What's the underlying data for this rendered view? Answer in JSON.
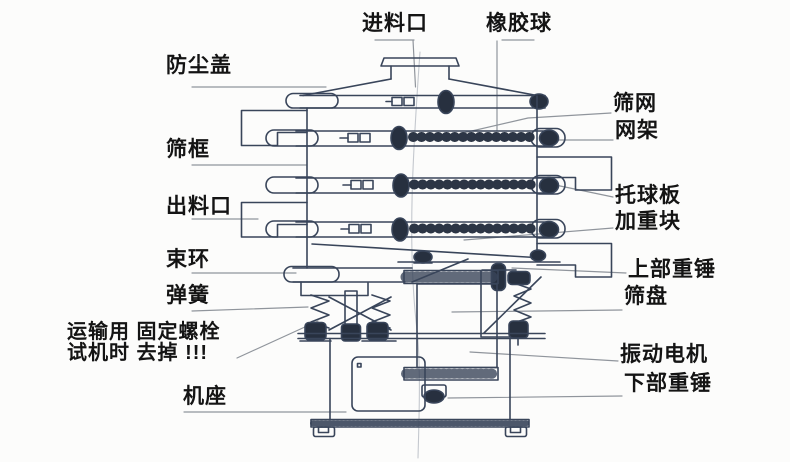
{
  "colors": {
    "line": "#39455a",
    "dark_fill": "#27303f",
    "leader_line": "#90959c",
    "centerline": "#c4c8ce",
    "text": "#141414",
    "background": "#fcfcfb"
  },
  "labels": {
    "feed_inlet": "进料口",
    "rubber_ball": "橡胶球",
    "dust_cover": "防尘盖",
    "sieve_frame": "筛框",
    "discharge_outlet": "出料口",
    "clamp_ring": "束环",
    "spring": "弹簧",
    "transport_bolt_line1": "运输用 固定螺栓",
    "transport_bolt_line2": "试机时 去掉 !!!",
    "sieve_mesh": "筛网",
    "mesh_frame": "网架",
    "ball_tray": "托球板",
    "weight_block": "加重块",
    "upper_weight": "上部重锤",
    "sieve_pan": "筛盘",
    "vibration_motor": "振动电机",
    "lower_weight": "下部重锤",
    "machine_base": "机座"
  }
}
